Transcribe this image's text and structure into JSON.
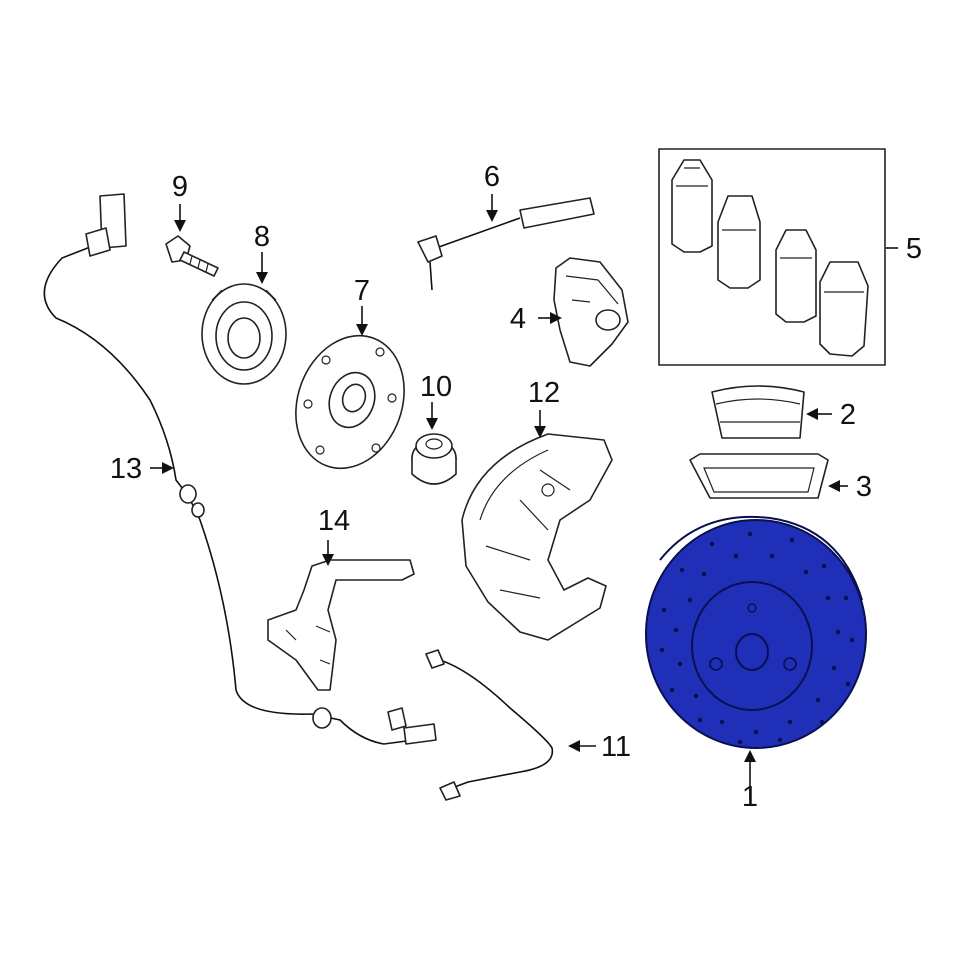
{
  "diagram": {
    "highlight_color": "#1f2fb8",
    "line_color": "#222222",
    "callouts": [
      {
        "id": "c1",
        "label": "1",
        "part": "brake-rotor"
      },
      {
        "id": "c2",
        "label": "2",
        "part": "brake-pad-sensor-cover"
      },
      {
        "id": "c3",
        "label": "3",
        "part": "pad-retaining-clip"
      },
      {
        "id": "c4",
        "label": "4",
        "part": "brake-caliper"
      },
      {
        "id": "c5",
        "label": "5",
        "part": "brake-pad-set"
      },
      {
        "id": "c6",
        "label": "6",
        "part": "pad-wear-sensor"
      },
      {
        "id": "c7",
        "label": "7",
        "part": "wheel-hub"
      },
      {
        "id": "c8",
        "label": "8",
        "part": "wheel-bearing"
      },
      {
        "id": "c9",
        "label": "9",
        "part": "hub-bolt"
      },
      {
        "id": "c10",
        "label": "10",
        "part": "bushing"
      },
      {
        "id": "c11",
        "label": "11",
        "part": "wear-sensor-cable"
      },
      {
        "id": "c12",
        "label": "12",
        "part": "splash-shield"
      },
      {
        "id": "c13",
        "label": "13",
        "part": "abs-sensor-cable"
      },
      {
        "id": "c14",
        "label": "14",
        "part": "mounting-bracket"
      }
    ]
  }
}
